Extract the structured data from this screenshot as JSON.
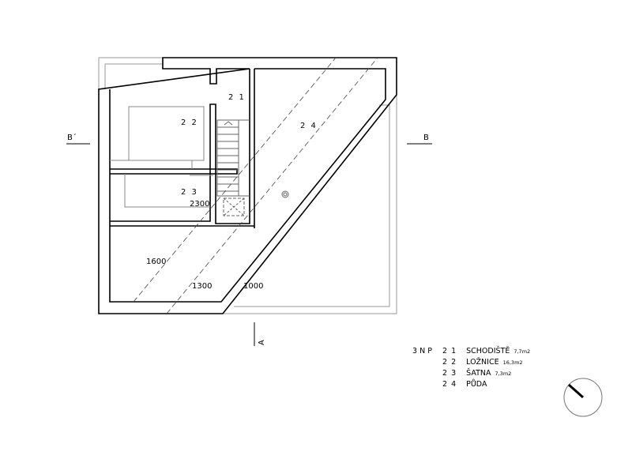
{
  "plan": {
    "rooms": [
      {
        "number": "2 1"
      },
      {
        "number": "2 2"
      },
      {
        "number": "2 3"
      },
      {
        "number": "2 4"
      }
    ],
    "dimensions": [
      "2300",
      "1600",
      "1300",
      "1000"
    ],
    "sections": {
      "b_left": "B´",
      "b_right": "B",
      "a": "A"
    }
  },
  "legend": {
    "floor": "3 N P",
    "rows": [
      {
        "number": "2 1",
        "name": "SCHODIŠTĚ",
        "area": "7,7m2"
      },
      {
        "number": "2 2",
        "name": "LOŽNICE",
        "area": "16,3m2"
      },
      {
        "number": "2 3",
        "name": "ŠATNA",
        "area": "7,3m2"
      },
      {
        "number": "2 4",
        "name": "PŮDA",
        "area": ""
      }
    ]
  },
  "north_arrow": {
    "icon": "north-arrow-icon"
  }
}
